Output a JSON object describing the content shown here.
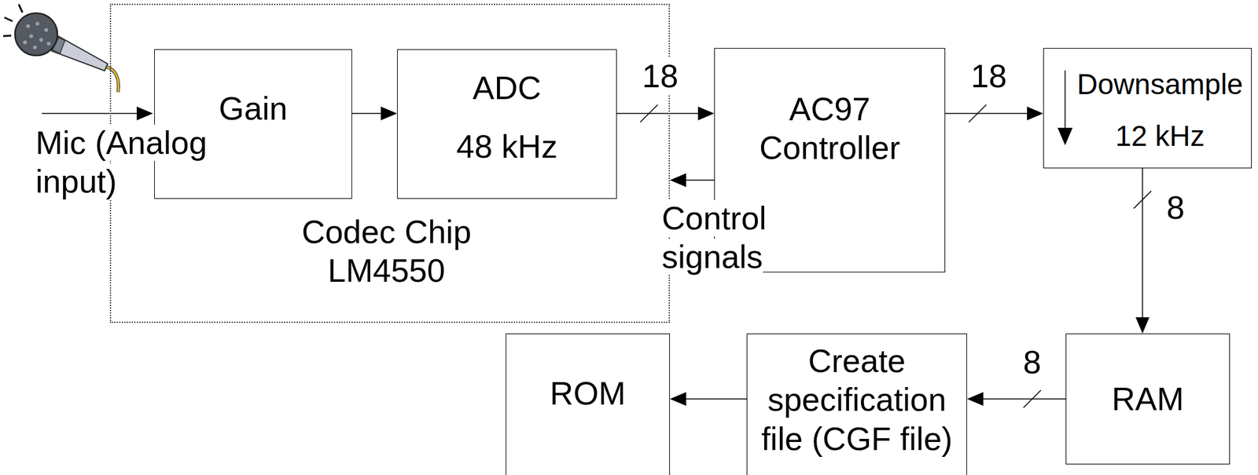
{
  "diagram": {
    "nodes": [
      {
        "text": [
          "Codec Chip LM4550"
        ]
      },
      {
        "text": [
          "Gain"
        ],
        "in": 0
      },
      {
        "text": [
          "ADC 48 kHz"
        ],
        "in": 0
      },
      {
        "text": [
          "AC97 Controller"
        ]
      },
      {
        "text": [
          "Downsample",
          "12 kHz"
        ]
      },
      {
        "text": [
          "RAM"
        ]
      },
      {
        "text": [
          "Create specification file (CGF file)"
        ]
      },
      {
        "text": [
          "ROM"
        ]
      }
    ],
    "edges": [
      {
        "from": 1,
        "to": 2,
        "arrow": "to"
      },
      {
        "from": 2,
        "to": 3,
        "label": "18",
        "arrow": "to"
      },
      {
        "from": 3,
        "to": 0,
        "label": "Control signals",
        "arrow": "to"
      },
      {
        "from": 3,
        "to": 4,
        "label": "18",
        "arrow": "to"
      },
      {
        "from": 4,
        "to": 5,
        "label": "8",
        "arrow": "to"
      },
      {
        "from": 5,
        "to": 6,
        "label": "8",
        "arrow": "to"
      },
      {
        "from": 6,
        "to": 7,
        "arrow": "to"
      }
    ],
    "labels": [
      "Mic (Analog input)"
    ]
  }
}
